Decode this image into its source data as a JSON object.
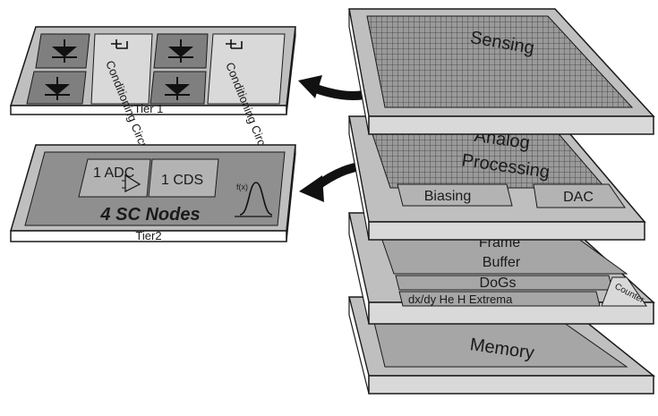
{
  "left_tiles": {
    "tier1": {
      "label": "Tier 1",
      "circuits": [
        "Conditioning Circuit",
        "Conditioning Circuit"
      ]
    },
    "tier2": {
      "label": "Tier2",
      "nodes_label": "4 SC Nodes",
      "adc_label": "1 ADC",
      "cds_label": "1 CDS",
      "fx_label": "f(x)"
    }
  },
  "stack": {
    "sensing": {
      "label": "Sensing"
    },
    "analog": {
      "label_line1": "Analog",
      "label_line2": "Processing",
      "biasing": "Biasing",
      "dac": "DAC"
    },
    "digital": {
      "frame_line1": "Frame",
      "frame_line2": "Buffer",
      "dogs": "DoGs",
      "extrema": "dx/dy  He H Extrema",
      "counter": "Counter"
    },
    "memory": {
      "label": "Memory"
    }
  },
  "colors": {
    "light": "#d9d9d9",
    "mid": "#a6a6a6",
    "dark": "#7f7f7f",
    "edge": "#1a1a1a"
  }
}
